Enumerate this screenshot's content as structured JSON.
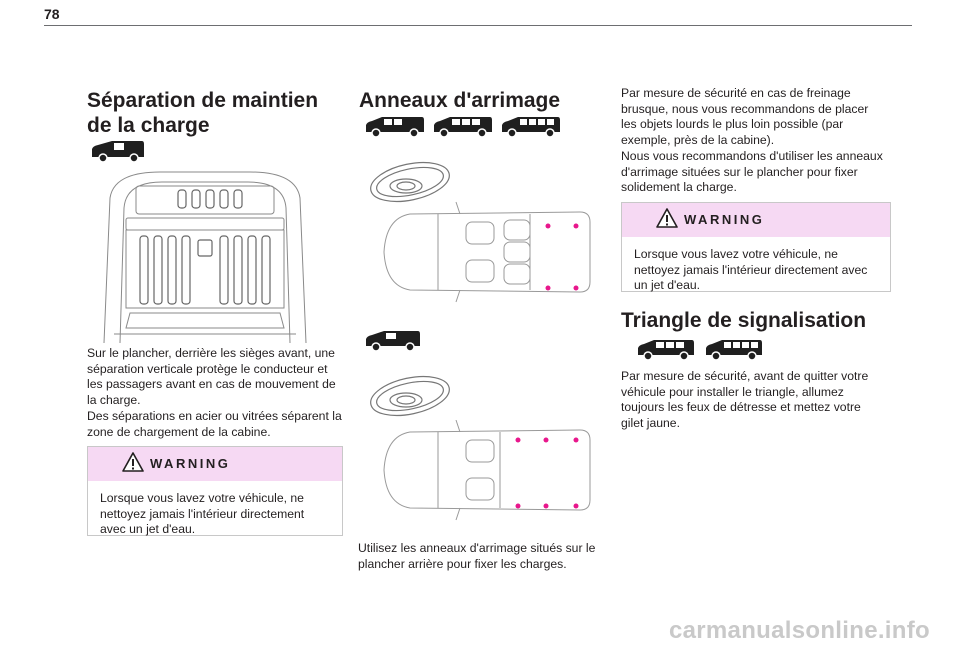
{
  "page": {
    "number": "78"
  },
  "col1": {
    "title": "Séparation de maintien de la charge",
    "paragraph": "Sur le plancher, derrière les sièges avant, une séparation verticale protège le conducteur et les passagers avant en cas de mouvement de la charge.\nDes séparations en acier ou vitrées séparent la zone de chargement de la cabine.",
    "warning": {
      "label": "WARNING",
      "text": "Lorsque vous lavez votre véhicule, ne nettoyez jamais l'intérieur directement avec un jet d'eau."
    }
  },
  "col2": {
    "title": "Anneaux d'arrimage",
    "caption": "Utilisez les anneaux d'arrimage situés sur le plancher arrière pour fixer les charges."
  },
  "col3": {
    "paragraph": "Par mesure de sécurité en cas de freinage brusque, nous vous recommandons de placer les objets lourds le plus loin possible (par exemple, près de la cabine).\nNous vous recommandons d'utiliser les anneaux d'arrimage situées sur le plancher pour fixer solidement la charge.",
    "warning": {
      "label": "WARNING",
      "text": "Lorsque vous lavez votre véhicule, ne nettoyez jamais l'intérieur directement avec un jet d'eau."
    },
    "title2": "Triangle de signalisation",
    "paragraph2": "Par mesure de sécurité, avant de quitter votre véhicule pour installer le triangle, allumez toujours les feux de détresse et mettez votre gilet jaune."
  },
  "watermark": {
    "text": "carmanualsonline.info"
  },
  "colors": {
    "warning_bg": "#f6d9f3",
    "ring_marker": "#e8178c",
    "icon_dark": "#1f1f1f"
  }
}
